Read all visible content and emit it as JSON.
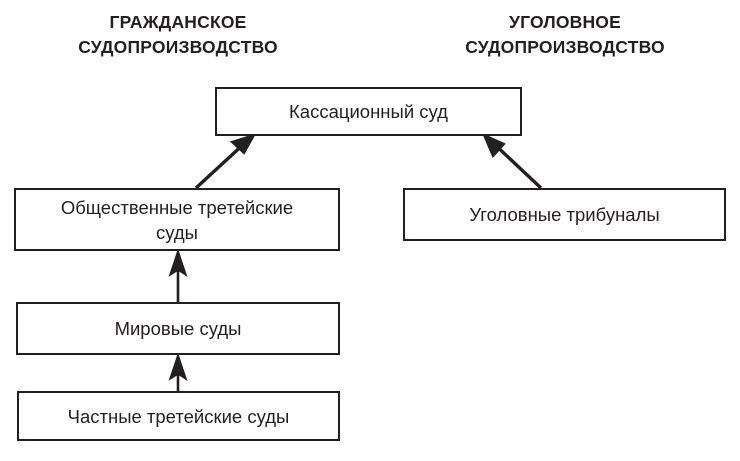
{
  "diagram": {
    "title_left": "ГРАЖДАНСКОЕ\nСУДОПРОИЗВОДСТВО",
    "title_right": "УГОЛОВНОЕ\nСУДОПРОИЗВОДСТВО",
    "colors": {
      "background": "#ffffff",
      "stroke": "#231f20",
      "text": "#231f20"
    },
    "nodes": {
      "cassation": "Кассационный суд",
      "public_arbitration": "Общественные третейские\nсуды",
      "magistrate": "Мировые суды",
      "private_arbitration": "Частные третейские суды",
      "criminal_tribunals": "Уголовные трибуналы"
    },
    "edges": [
      {
        "from": "public_arbitration",
        "to": "cassation",
        "style": "diagonal-arrow-up-right"
      },
      {
        "from": "criminal_tribunals",
        "to": "cassation",
        "style": "diagonal-arrow-up-left"
      },
      {
        "from": "magistrate",
        "to": "public_arbitration",
        "style": "vertical-arrow-up"
      },
      {
        "from": "private_arbitration",
        "to": "magistrate",
        "style": "vertical-arrow-up"
      }
    ]
  }
}
